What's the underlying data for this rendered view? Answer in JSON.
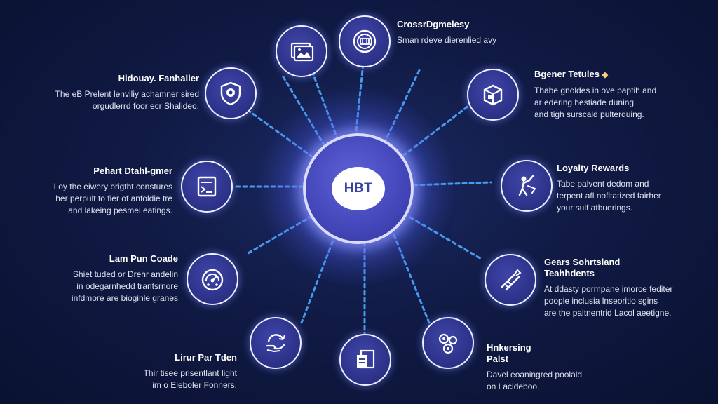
{
  "hub": {
    "label": "HBT"
  },
  "features": [
    {
      "key": "hidouay",
      "title": "Hidouay. Fanhaller",
      "desc": [
        "The eB Prelent lenviliy achamner sired",
        "orgudlerrd foor ecr Shalideo."
      ],
      "icon": "shield-icon"
    },
    {
      "key": "pehart",
      "title": "Pehart Dtahl-gmer",
      "desc": [
        "Loy the eiwery brigtht constures",
        "her perpult to fier of anfoldie tre",
        "and lakeing pesmel eatings."
      ],
      "icon": "terminal-icon"
    },
    {
      "key": "lam-pun",
      "title": "Lam Pun Coade",
      "desc": [
        "Shiet tuded or Drehr andelin",
        "in odegarnhedd trantsrnore",
        "infdmore are bioginle granes"
      ],
      "icon": "gauge-icon"
    },
    {
      "key": "lirur",
      "title": "Lirur Par Tden",
      "desc": [
        "Thir tisee prisentlant light",
        "im o Eleboler Fonners."
      ],
      "icon": "refresh-hand-icon"
    },
    {
      "key": "crossdgmelesy",
      "title": "CrossrDgmelesy",
      "desc": [
        "Sman rdeve dierenlied avy"
      ],
      "icon": "seal-icon"
    },
    {
      "key": "bgener",
      "title": "Bgener Tetules",
      "desc": [
        "Thabe gnoldes in ove paptih and",
        "ar edering hestiade duning",
        "and tigh surscald pulterduing."
      ],
      "icon": "box-icon"
    },
    {
      "key": "loyalty",
      "title": "Loyalty Rewards",
      "desc": [
        "Tabe palvent dedom and",
        "terpent afl nofitatized fairher",
        "your sulf atbuerings."
      ],
      "icon": "figure-icon"
    },
    {
      "key": "gears",
      "title": "Gears Sohrtsland Teahhdents",
      "desc": [
        "At ddasty pormpane imorce fediter",
        "poople inclusia lnseoritio sgins",
        "are the paltnentrid Lacol aeetigne."
      ],
      "icon": "plug-icon"
    },
    {
      "key": "hnkersing",
      "title": "Hnkersing Palst",
      "desc": [
        "Davel eoaningred poolald",
        "on Lacldeboo."
      ],
      "icon": "cluster-icon"
    },
    {
      "key": "bottom-node",
      "title": "",
      "desc": [],
      "icon": "document-icon"
    },
    {
      "key": "top-left-node",
      "title": "",
      "desc": [],
      "icon": "picture-icon"
    }
  ],
  "colors": {
    "background": "#0d1538",
    "spoke": "#4fa8ff",
    "node": "#2b3186",
    "hub": "#4246b8"
  }
}
